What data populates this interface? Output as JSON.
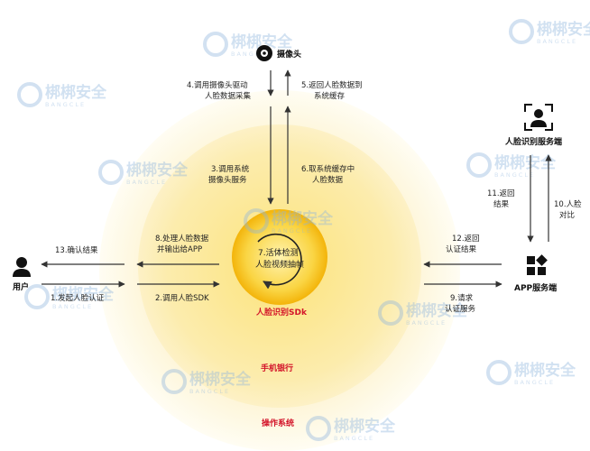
{
  "nodes": {
    "camera": "摄像头",
    "user": "用户",
    "server": "人脸识别服务端",
    "app_server": "APP服务端"
  },
  "zones": {
    "os": "操作系统",
    "bank": "手机银行",
    "sdk": "人脸识别SDk"
  },
  "core": {
    "line1": "7.活体检测",
    "line2": "人脸视频抽帧"
  },
  "steps": {
    "s1": "1.发起人脸认证",
    "s2": "2.调用人脸SDK",
    "s3a": "3.调用系统",
    "s3b": "摄像头服务",
    "s4a": "4.调用摄像头驱动",
    "s4b": "人脸数据采集",
    "s5a": "5.返回人脸数据到",
    "s5b": "系统缓存",
    "s6a": "6.取系统缓存中",
    "s6b": "人脸数据",
    "s8a": "8.处理人脸数据",
    "s8b": "并输出给APP",
    "s9a": "9.请求",
    "s9b": "认证服务",
    "s10a": "10.人脸",
    "s10b": "对比",
    "s11a": "11.返回",
    "s11b": "结果",
    "s12a": "12.返回",
    "s12b": "认证结果",
    "s13": "13.确认结果"
  },
  "watermark": {
    "text": "梆梆安全",
    "sub": "BANGCLE"
  },
  "colors": {
    "os_ring": "#fdf6dd",
    "bank_ring": "#fbe9a4",
    "sdk_ring": "#f7c51c",
    "zone_text": "#d3142a",
    "arrow": "#333333",
    "watermark": "#8fb5dd"
  }
}
